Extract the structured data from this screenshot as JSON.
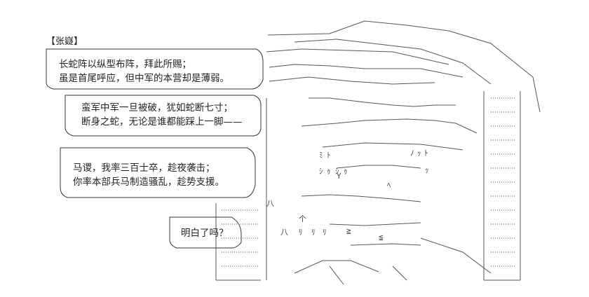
{
  "speaker": "【张嶷】",
  "bubble1": {
    "line1": "长蛇阵以纵型布阵，拜此所赐；",
    "line2": "虽是首尾呼应，但中军的本营却是薄弱。"
  },
  "bubble2": {
    "line1": "蛮军中军一旦被破，犹如蛇断七寸；",
    "line2": "断身之蛇，无论是谁都能踩上一脚——"
  },
  "bubble3": {
    "line1": "马谡，我率三百士卒，趁夜袭击；",
    "line2": "你率本部兵马制造骚乱，趁势支援。"
  },
  "bubble4": {
    "line1": "明白了吗？"
  },
  "ascii_fragments": {
    "f1": "ﾐ",
    "f2": "ﾄ",
    "f3": "ｼ",
    "f4": "ｩ",
    "f5": "ﾉ",
    "f6": "ｯ",
    "f7": "ﾄ",
    "f8": "ﾘ",
    "f9": "ｼ",
    "f10": "Y",
    "f11": "ｩ",
    "f12": "ｯ",
    "f13": "ﾍ",
    "f14": "≧",
    "f15": "八",
    "f16": "ﾘ",
    "f17": "ﾘ",
    "f18": "八",
    "f19": "个",
    "f20": "≦"
  }
}
